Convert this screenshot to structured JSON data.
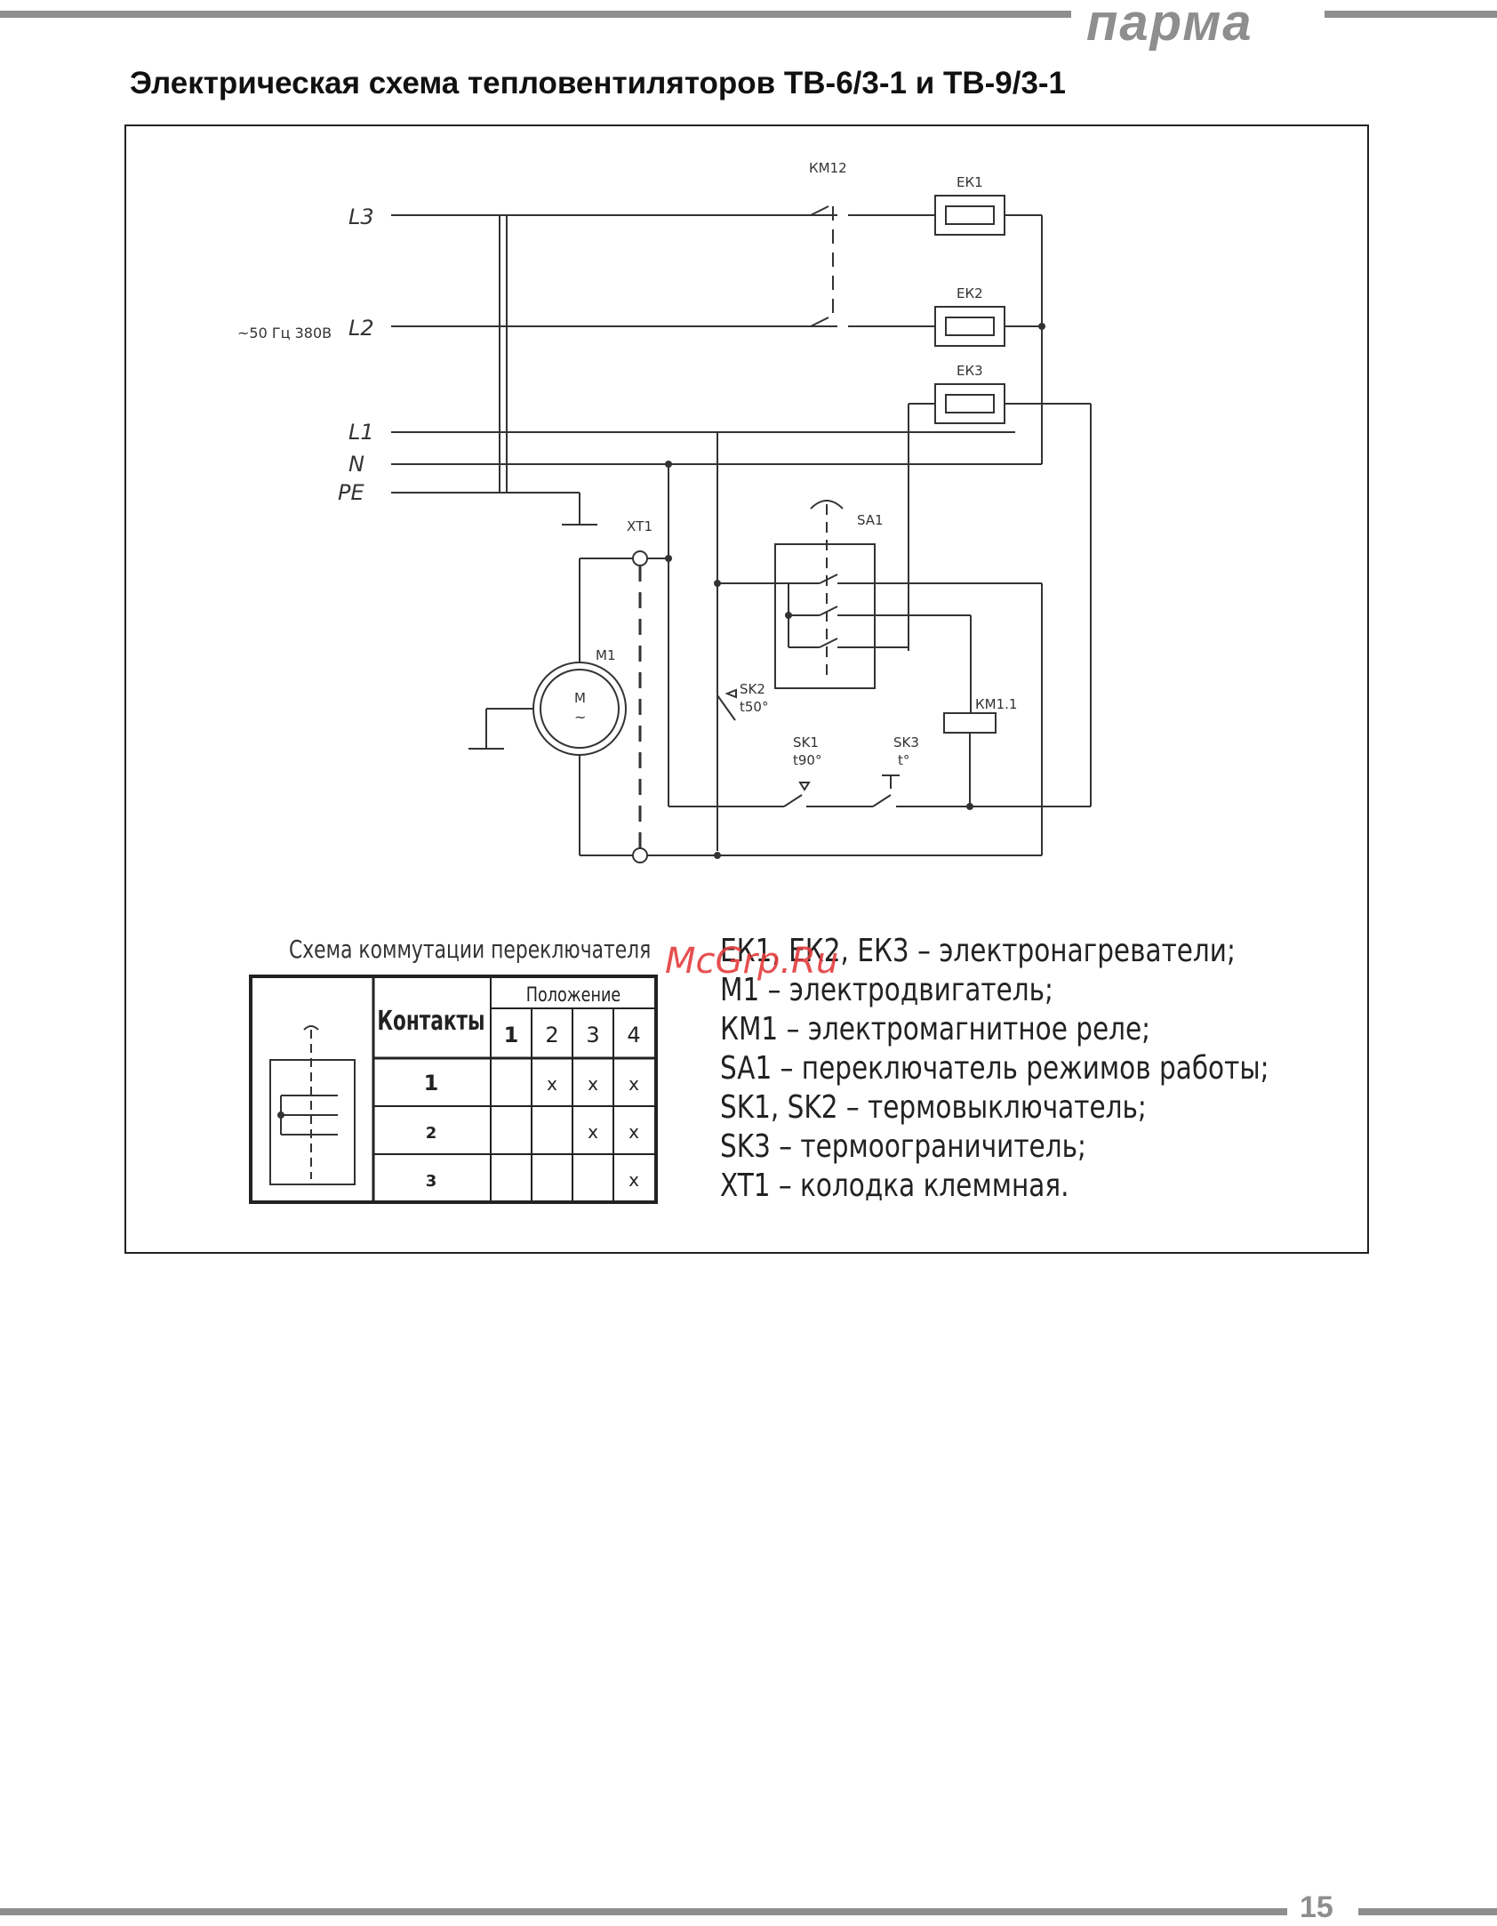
{
  "header": {
    "brand": "парма"
  },
  "title": "Электрическая схема тепловентиляторов ТВ-6/3-1 и ТВ-9/3-1",
  "diagram": {
    "supply": "~50 Гц 380В",
    "lines": {
      "l3": "L3",
      "l2": "L2",
      "l1": "L1",
      "n": "N",
      "pe": "PE"
    },
    "labels": {
      "km12": "КМ12",
      "ek1": "ЕК1",
      "ek2": "ЕК2",
      "ek3": "ЕК3",
      "sa1": "SA1",
      "xt1": "ХТ1",
      "m1": "М1",
      "motor_m": "М",
      "motor_tilde": "~",
      "sk2": "SK2",
      "sk2_t": "t50°",
      "sk1": "SK1",
      "sk1_t": "t90°",
      "sk3": "SK3",
      "sk3_t": "t°",
      "km11": "КМ1.1"
    }
  },
  "switch_table": {
    "title": "Схема коммутации переключателя",
    "col_contacts": "Контакты",
    "col_position": "Положение",
    "positions": [
      "1",
      "2",
      "3",
      "4"
    ],
    "rows": [
      {
        "contact": "1",
        "marks": [
          "",
          "x",
          "x",
          "x"
        ]
      },
      {
        "contact": "2",
        "marks": [
          "",
          "",
          "x",
          "x"
        ]
      },
      {
        "contact": "3",
        "marks": [
          "",
          "",
          "",
          "x"
        ]
      }
    ]
  },
  "legend": [
    "ЕК1, ЕК2, ЕК3 – электронагреватели;",
    "М1 – электродвигатель;",
    "КМ1 – электромагнитное реле;",
    "SA1 – переключатель режимов работы;",
    "SK1, SK2 – термовыключатель;",
    "SK3 – термоограничитель;",
    "XT1 – колодка клеммная."
  ],
  "watermark": "McGrp.Ru",
  "page_number": "15"
}
